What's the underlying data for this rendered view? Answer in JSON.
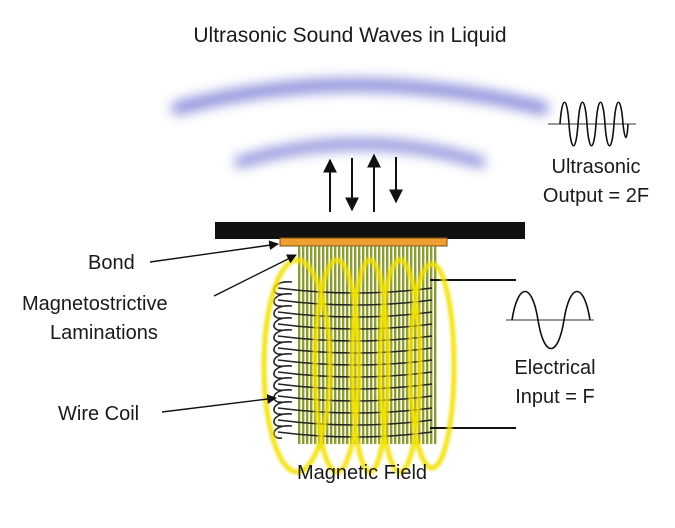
{
  "title": "Ultrasonic Sound Waves in Liquid",
  "labels": {
    "bond": "Bond",
    "laminations_line1": "Magnetostrictive",
    "laminations_line2": "Laminations",
    "wire_coil": "Wire Coil",
    "magnetic_field": "Magnetic Field",
    "output_line1": "Ultrasonic",
    "output_line2": "Output = 2F",
    "input_line1": "Electrical",
    "input_line2": "Input = F"
  },
  "colors": {
    "wave": "#6b6fd0",
    "plate": "#111111",
    "bond": "#f0a030",
    "laminations": "#8a9a3a",
    "field": "#f2e000",
    "coil": "#222222",
    "text": "#1a1a1a"
  }
}
